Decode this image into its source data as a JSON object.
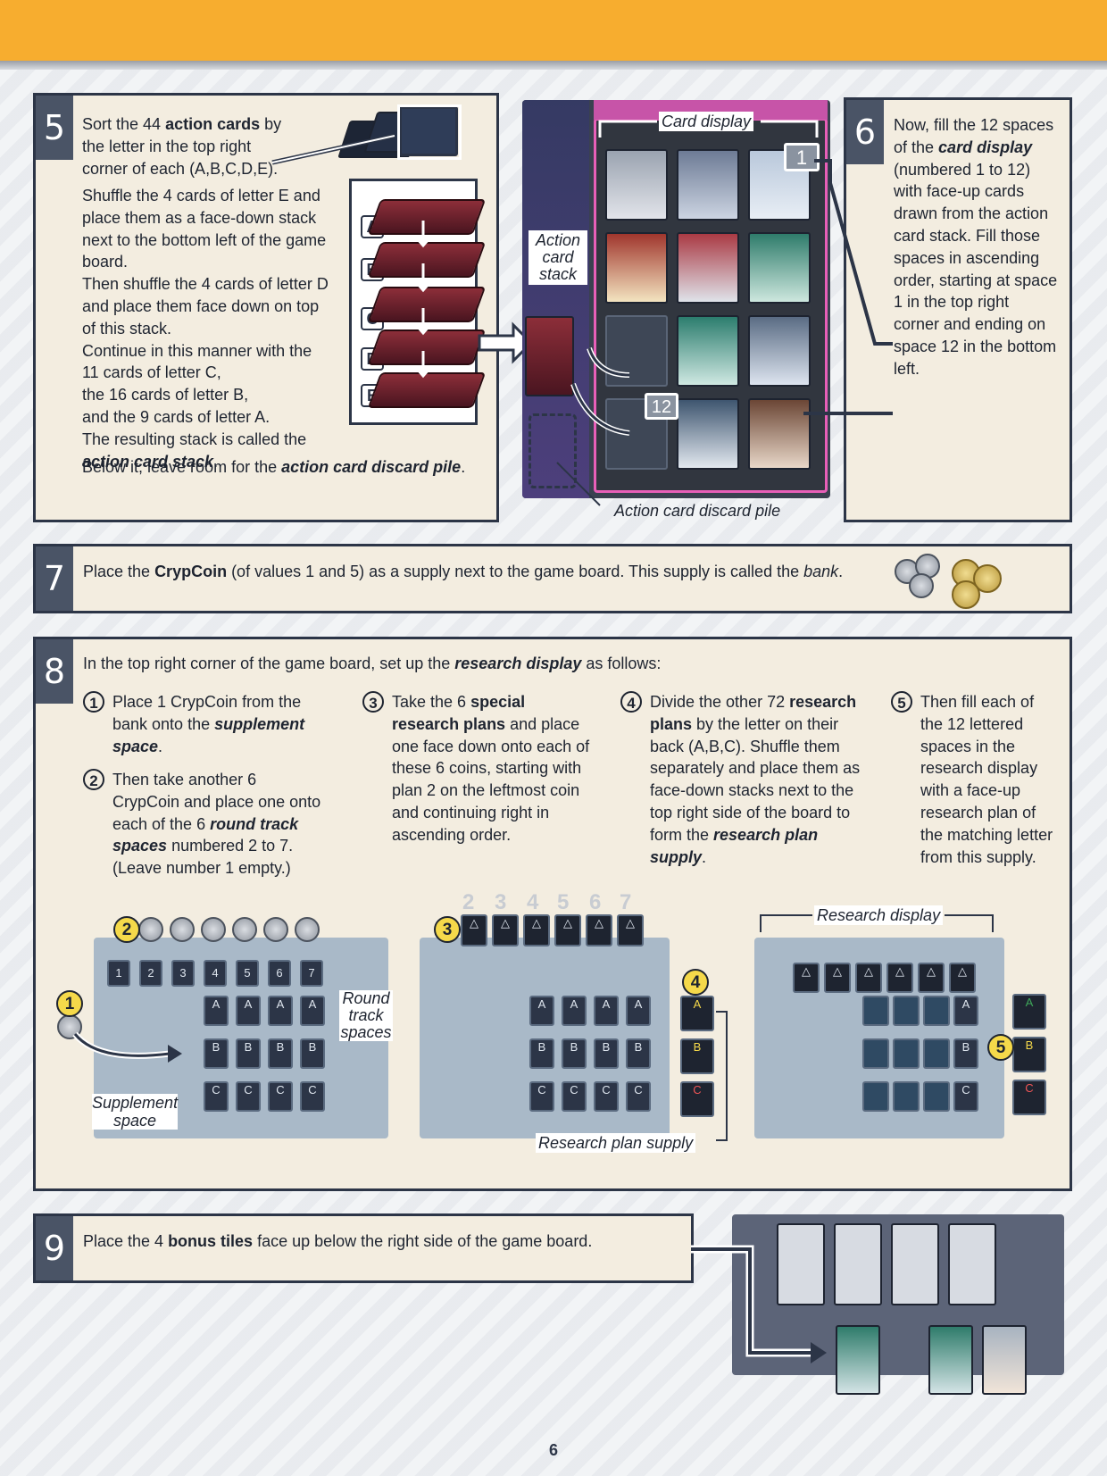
{
  "page_number": "6",
  "step5": {
    "number": "5",
    "intro": [
      "Sort the 44 ",
      "action cards",
      " by the letter in the top right corner of each (A,B,C,D,E)."
    ],
    "p1": "Shuffle the 4 cards of letter E and place them as a face-down stack next to the bottom left of the game board.",
    "p2": "Then shuffle the 4 cards of letter D and place them face down on top of this stack.",
    "p3": "Continue in this manner with the 11 cards of letter C,",
    "p4": "the 16 cards of letter B,",
    "p5": "and the 9 cards of letter A.",
    "p6": "The resulting stack is called the",
    "p6_em": "action card stack",
    "p6_end": ".",
    "p7": "Below it, leave room for the ",
    "p7_em": "action card discard pile",
    "p7_end": ".",
    "letters": [
      "A",
      "B",
      "C",
      "D",
      "E"
    ]
  },
  "center": {
    "card_display_label": "Card display",
    "action_card_stack_label": [
      "Action",
      "card",
      "stack"
    ],
    "discard_label": "Action card discard pile",
    "slot_1": "1",
    "slot_12": "12"
  },
  "step6": {
    "number": "6",
    "text_a": "Now, fill the 12 spaces of the ",
    "text_em": "card display",
    "text_b": " (numbered 1 to 12) with face-up cards drawn from the action card stack. Fill those spaces in ascending order, starting at space 1 in the top right corner and ending on space 12 in the bottom left."
  },
  "step7": {
    "number": "7",
    "t1": "Place the ",
    "t_bold": "CrypCoin",
    "t2": " (of values 1 and 5) as a supply next to the game board. This supply is called the ",
    "t_em": "bank",
    "t3": "."
  },
  "step8": {
    "number": "8",
    "intro_a": "In the top right corner of the game board, set up the ",
    "intro_em": "research display",
    "intro_b": " as follows:",
    "s1_num": "1",
    "s1_a": "Place 1 CrypCoin from the bank onto the ",
    "s1_em": "supplement space",
    "s1_b": ".",
    "s2_num": "2",
    "s2_a": "Then take another 6 CrypCoin and place one onto each of the 6 ",
    "s2_em": "round track spaces",
    "s2_b": " numbered 2 to 7. (Leave number 1 empty.)",
    "s3_num": "3",
    "s3_a": "Take the 6 ",
    "s3_bold": "special research plans",
    "s3_b": " and place one face down onto each of these 6 coins, starting with plan 2 on the leftmost coin and continuing right in ascending order.",
    "s4_num": "4",
    "s4_a": "Divide the other 72 ",
    "s4_bold": "research plans",
    "s4_b": " by the letter on their back (A,B,C). Shuffle them separately and place them as face-down stacks next to the top right side of the board to form the ",
    "s4_em": "research plan supply",
    "s4_c": ".",
    "s5_num": "5",
    "s5_a": "Then fill each of the 12 lettered spaces in the research display with a face-up research plan of the matching letter from this supply.",
    "round_track_label": [
      "Round",
      "track",
      "spaces"
    ],
    "supplement_label": [
      "Supplement",
      "space"
    ],
    "research_display_label": "Research display",
    "research_plan_supply_label": "Research plan supply",
    "track_numbers": [
      "1",
      "2",
      "3",
      "4",
      "5",
      "6",
      "7"
    ],
    "plan_numbers": [
      "2",
      "3",
      "4",
      "5",
      "6",
      "7"
    ],
    "row_letters": [
      "A",
      "B",
      "C"
    ]
  },
  "step9": {
    "number": "9",
    "t1": "Place the 4 ",
    "t_bold": "bonus tiles",
    "t2": " face up below the right side of the game board."
  }
}
